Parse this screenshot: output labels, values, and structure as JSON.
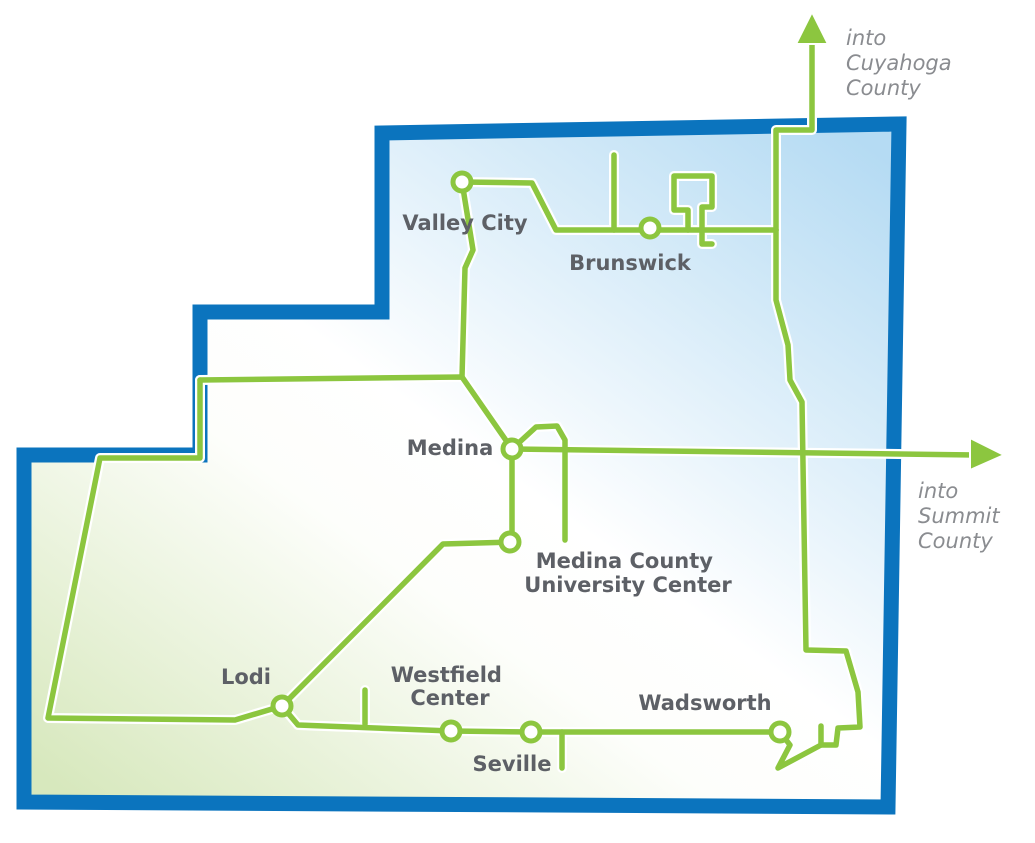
{
  "map": {
    "colors": {
      "county_border": "#0b74be",
      "transit_route": "#8cc63f",
      "route_outline": "#ffffff",
      "label_text": "#5d6066",
      "external_label_text": "#8a8c90",
      "fill_light_blue": "#b8dcf3",
      "fill_light_green": "#dfecc6"
    },
    "stations": [
      {
        "id": "valley-city",
        "label_lines": [
          "Valley City"
        ]
      },
      {
        "id": "brunswick",
        "label_lines": [
          "Brunswick"
        ]
      },
      {
        "id": "medina",
        "label_lines": [
          "Medina"
        ]
      },
      {
        "id": "university-center",
        "label_lines": [
          "Medina County",
          "University  Center"
        ]
      },
      {
        "id": "lodi",
        "label_lines": [
          "Lodi"
        ]
      },
      {
        "id": "westfield-center",
        "label_lines": [
          "Westfield",
          "Center"
        ]
      },
      {
        "id": "seville",
        "label_lines": [
          "Seville"
        ]
      },
      {
        "id": "wadsworth",
        "label_lines": [
          "Wadsworth"
        ]
      }
    ],
    "external_destinations": [
      {
        "id": "cuyahoga",
        "label_lines": [
          "into",
          "Cuyahoga",
          "County"
        ],
        "arrow_icon": "arrow-up-icon"
      },
      {
        "id": "summit",
        "label_lines": [
          "into",
          "Summit",
          "County"
        ],
        "arrow_icon": "arrow-right-icon"
      }
    ]
  }
}
